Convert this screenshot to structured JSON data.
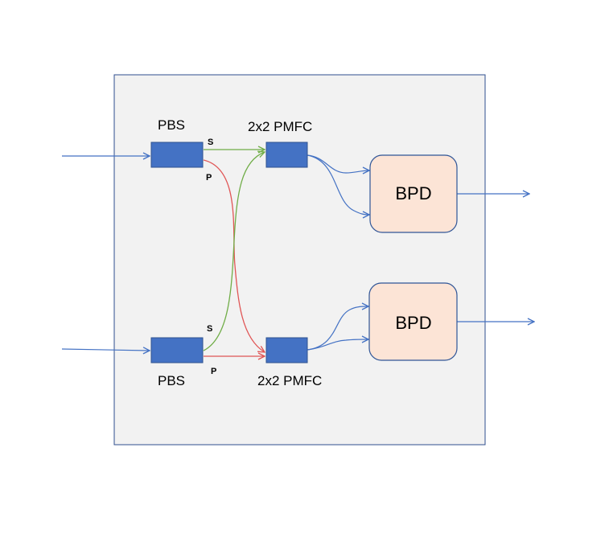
{
  "diagram": {
    "pbs_top_label": "PBS",
    "pbs_bottom_label": "PBS",
    "pmfc_top_label": "2x2 PMFC",
    "pmfc_bottom_label": "2x2 PMFC",
    "bpd_top_label": "BPD",
    "bpd_bottom_label": "BPD",
    "top_s_label": "S",
    "top_p_label": "P",
    "bottom_s_label": "S",
    "bottom_p_label": "P"
  },
  "colors": {
    "frame_fill": "#f2f2f2",
    "frame_stroke": "#2f4f8f",
    "component_fill": "#4472c4",
    "component_stroke": "#2f528f",
    "bpd_fill": "#fce4d6",
    "bpd_stroke": "#2f5597",
    "fiber_blue": "#4472c4",
    "s_green": "#70ad47",
    "p_red": "#e05555"
  }
}
